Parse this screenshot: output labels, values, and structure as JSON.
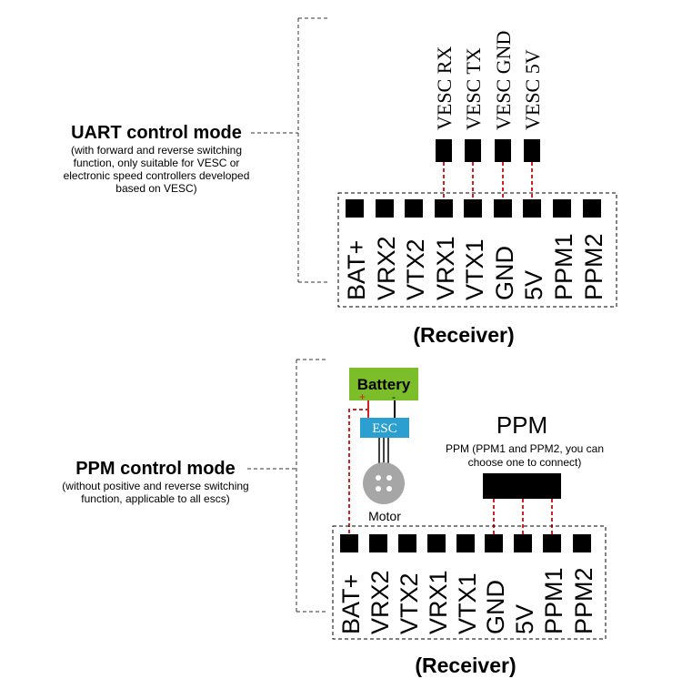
{
  "uart": {
    "title": "UART control mode",
    "desc_lines": [
      "(with forward and reverse switching",
      "function, only suitable for VESC or",
      "electronic speed controllers developed",
      "based on VESC)"
    ],
    "vesc_labels": [
      "VESC RX",
      "VESC TX",
      "VESC GND",
      "VESC 5V"
    ]
  },
  "ppm_mode": {
    "title": "PPM control mode",
    "desc_lines": [
      "(without positive and reverse switching",
      "function, applicable to all escs)"
    ]
  },
  "receiver": {
    "pins": [
      "BAT+",
      "VRX2",
      "VTX2",
      "VRX1",
      "VTX1",
      "GND",
      "5V",
      "PPM1",
      "PPM2"
    ],
    "label": "(Receiver)"
  },
  "ppm_connector": {
    "title": "PPM",
    "note_lines": [
      "PPM (PPM1 and PPM2, you can",
      "choose one to connect)"
    ]
  },
  "battery": {
    "label": "Battery",
    "plus": "+",
    "minus": "-"
  },
  "esc": {
    "label": "ESC"
  },
  "motor": {
    "label": "Motor"
  },
  "colors": {
    "wire_red": "#d42020",
    "battery_green": "#7cbd2a",
    "esc_blue": "#2a9fd0",
    "motor_gray": "#a6a6a6"
  }
}
